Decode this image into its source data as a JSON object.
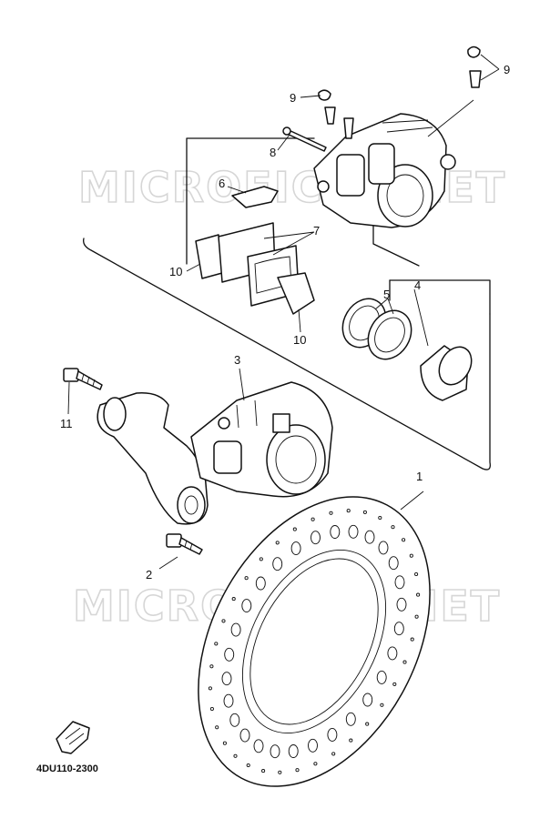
{
  "watermark": "MICROFICHE.NET",
  "part_number": "4DU110-2300",
  "callouts": {
    "c1": "1",
    "c2": "2",
    "c3": "3",
    "c4": "4",
    "c5": "5",
    "c6": "6",
    "c7": "7",
    "c8": "8",
    "c9a": "9",
    "c9b": "9",
    "c10a": "10",
    "c10b": "10",
    "c11": "11"
  },
  "icons": {
    "front_arrow": "front-direction-arrow-icon"
  }
}
